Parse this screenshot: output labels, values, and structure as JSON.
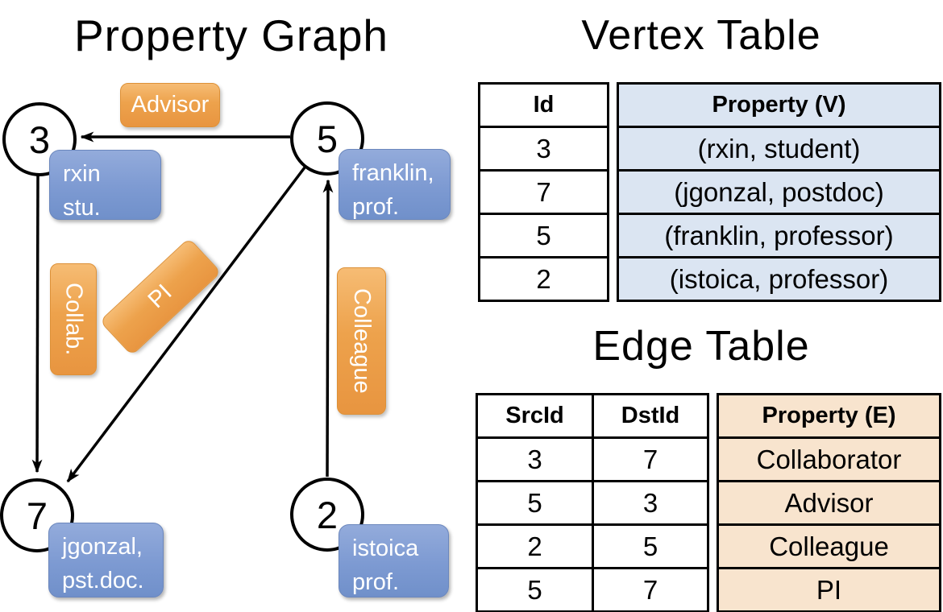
{
  "graph": {
    "title": "Property Graph",
    "nodes": [
      {
        "label": "3"
      },
      {
        "label": "5"
      },
      {
        "label": "7"
      },
      {
        "label": "2"
      }
    ],
    "edge_labels": {
      "advisor": "Advisor",
      "collab": "Collab.",
      "colleague": "Colleague",
      "pi": "PI"
    },
    "boxes": [
      {
        "line1": "rxin",
        "line2": "stu."
      },
      {
        "line1": "franklin,",
        "line2": "prof."
      },
      {
        "line1": "jgonzal,",
        "line2": "pst.doc."
      },
      {
        "line1": "istoica",
        "line2": "prof."
      }
    ]
  },
  "vertex_table": {
    "title": "Vertex Table",
    "headers": {
      "id": "Id",
      "property": "Property (V)"
    },
    "rows": [
      {
        "id": "3",
        "property": "(rxin, student)"
      },
      {
        "id": "7",
        "property": "(jgonzal, postdoc)"
      },
      {
        "id": "5",
        "property": "(franklin, professor)"
      },
      {
        "id": "2",
        "property": "(istoica, professor)"
      }
    ]
  },
  "edge_table": {
    "title": "Edge Table",
    "headers": {
      "src": "SrcId",
      "dst": "DstId",
      "property": "Property (E)"
    },
    "rows": [
      {
        "src": "3",
        "dst": "7",
        "property": "Collaborator"
      },
      {
        "src": "5",
        "dst": "3",
        "property": "Advisor"
      },
      {
        "src": "2",
        "dst": "5",
        "property": "Colleague"
      },
      {
        "src": "5",
        "dst": "7",
        "property": "PI"
      }
    ]
  },
  "colors": {
    "edge_label_orange": "#EDA24C",
    "vertex_box_blue": "#7D9AD2",
    "table_blue": "#DBE5F2",
    "table_tan": "#F8E4CE",
    "line_black": "#000000"
  }
}
